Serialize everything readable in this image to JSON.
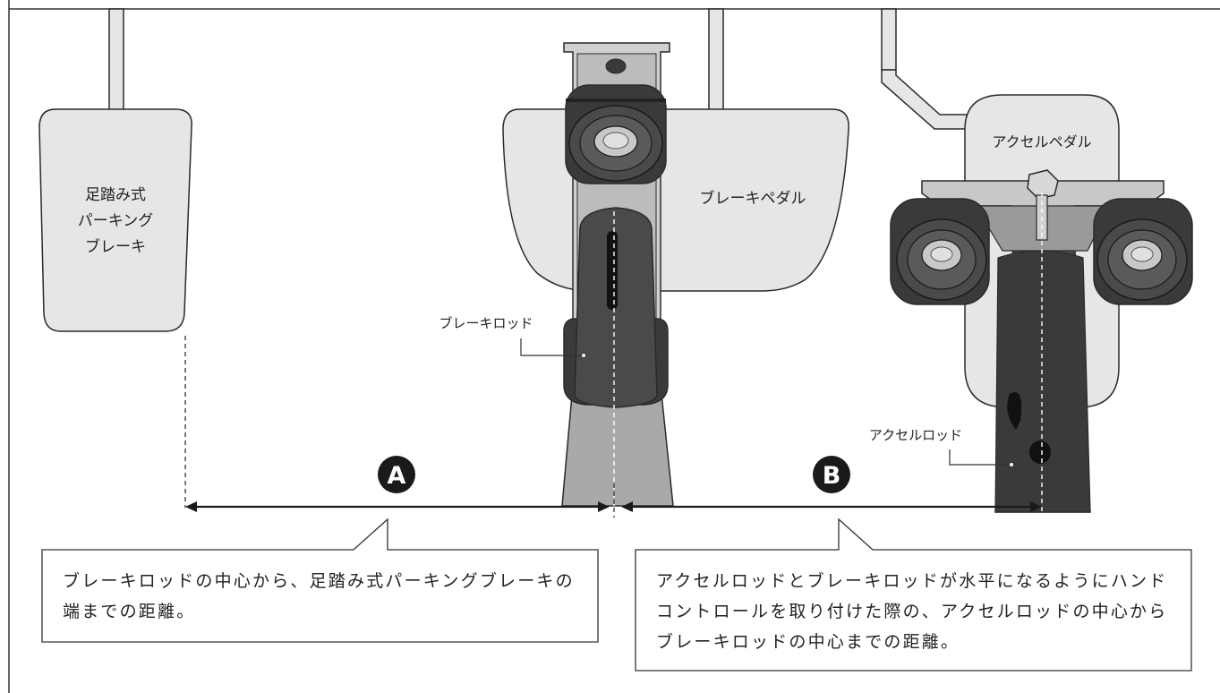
{
  "labels": {
    "parking_brake": [
      "足踏み式",
      "パーキング",
      "ブレーキ"
    ],
    "brake_pedal": "ブレーキペダル",
    "accel_pedal": "アクセルペダル",
    "brake_rod": "ブレーキロッド",
    "accel_rod": "アクセルロッド"
  },
  "markers": {
    "a": "A",
    "b": "B"
  },
  "callouts": {
    "a_text": "ブレーキロッドの中心から、足踏み式パーキングブレーキの端までの距離。",
    "b_text": "アクセルロッドとブレーキロッドが水平になるようにハンドコントロールを取り付けた際の、アクセルロッドの中心からブレーキロッドの中心までの距離。"
  },
  "colors": {
    "pedal_fill": "#e6e6e6",
    "outline": "#2a2a2a",
    "rubber_dark": "#3a3a3a",
    "rubber_mid": "#555555",
    "steel_light": "#c8c8c8",
    "rod_gray": "#a9a9a9",
    "arrow": "#1a1a1a"
  }
}
